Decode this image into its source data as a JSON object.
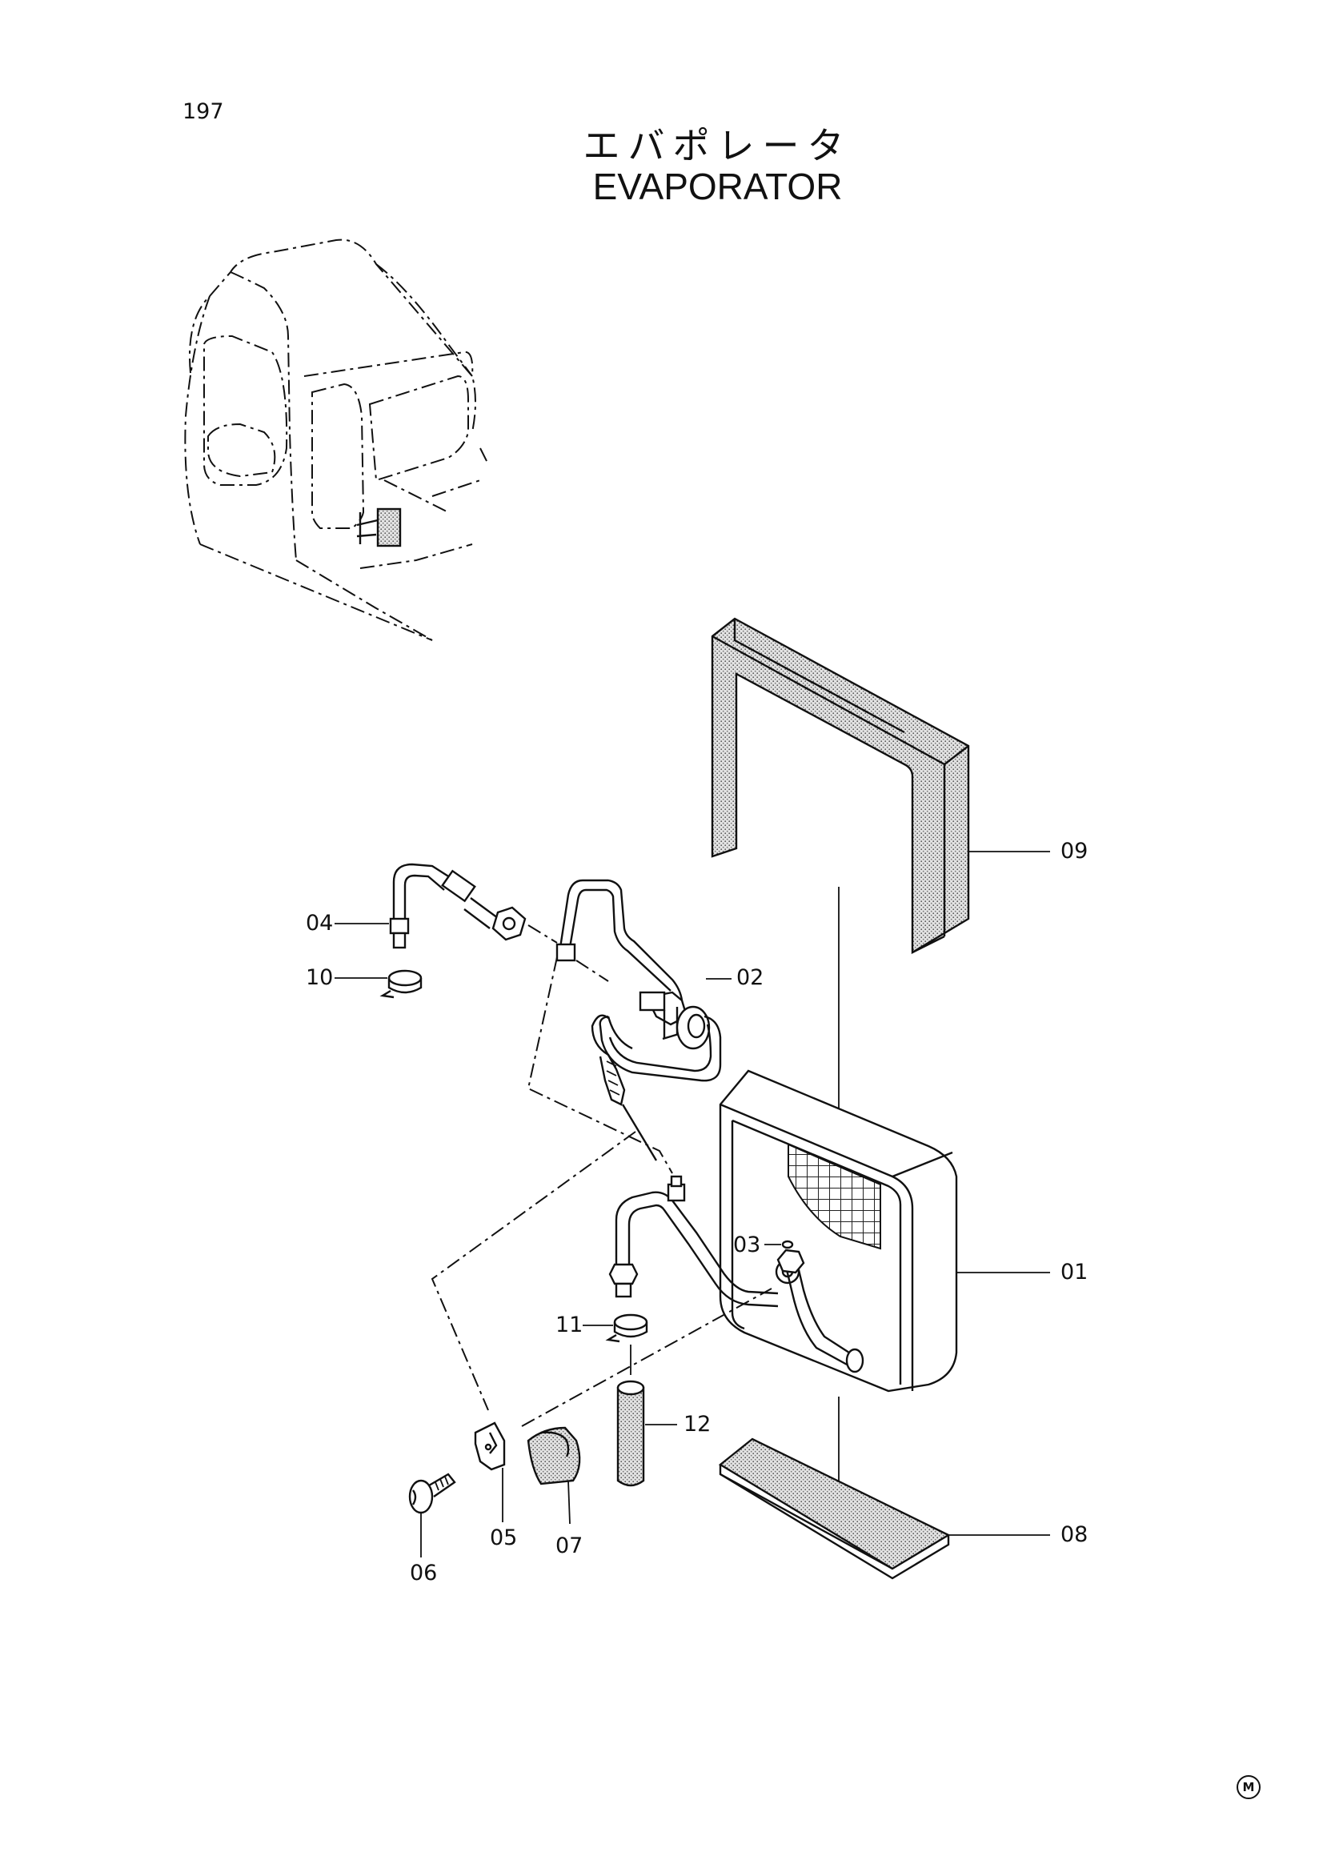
{
  "page": {
    "number": "197"
  },
  "title": {
    "japanese": "エバポレータ",
    "english": "EVAPORATOR"
  },
  "callouts": [
    {
      "id": "01",
      "label": "01"
    },
    {
      "id": "02",
      "label": "02"
    },
    {
      "id": "03",
      "label": "03"
    },
    {
      "id": "04",
      "label": "04"
    },
    {
      "id": "05",
      "label": "05"
    },
    {
      "id": "06",
      "label": "06"
    },
    {
      "id": "07",
      "label": "07"
    },
    {
      "id": "08",
      "label": "08"
    },
    {
      "id": "09",
      "label": "09"
    },
    {
      "id": "10",
      "label": "10"
    },
    {
      "id": "11",
      "label": "11"
    },
    {
      "id": "12",
      "label": "12"
    }
  ],
  "footer": {
    "mark": "M"
  }
}
